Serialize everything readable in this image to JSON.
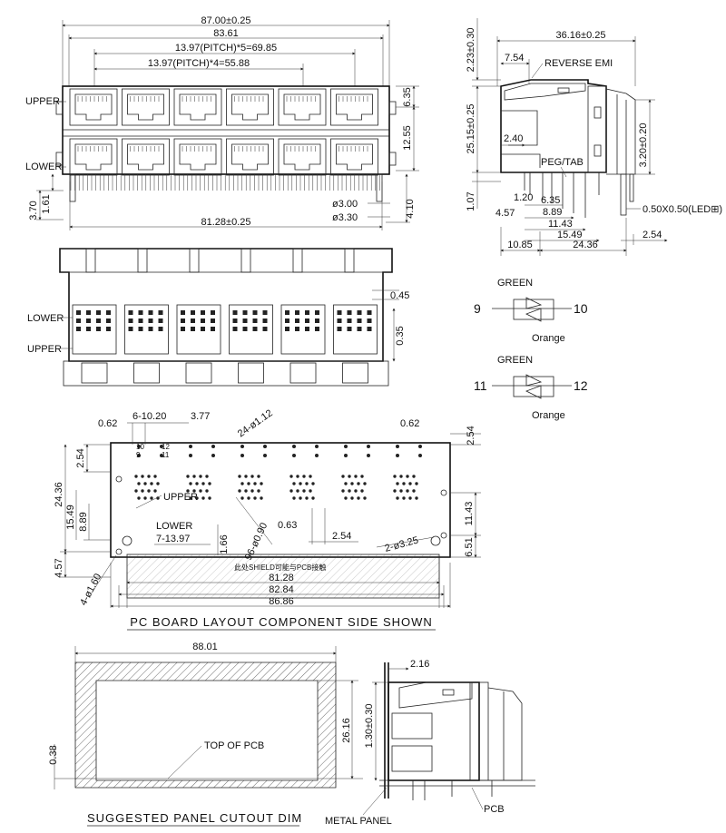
{
  "front_view": {
    "dims_top": [
      "87.00±0.25",
      "83.61",
      "13.97(PITCH)*5=69.85",
      "13.97(PITCH)*4=55.88"
    ],
    "label_upper": "UPPER",
    "label_lower": "LOWER",
    "dims_right": [
      "6.35",
      "12.55",
      "ø3.00",
      "ø3.30",
      "4.10"
    ],
    "dims_left": [
      "3.70",
      "1.61"
    ],
    "dim_bottom": "81.28±0.25"
  },
  "side_view": {
    "dims_top": [
      "36.16±0.25",
      "7.54"
    ],
    "reverse_emi": "REVERSE EMI",
    "peg_tab": "PEG/TAB",
    "dims_left": [
      "2.23±0.30",
      "25.15±0.25",
      "1.07"
    ],
    "dims_inner": [
      "2.40",
      "1.20",
      "6.35",
      "4.57",
      "8.89",
      "11.43",
      "15.49"
    ],
    "dims_bottom": [
      "10.85",
      "24.36"
    ],
    "dims_right": [
      "3.20±0.20",
      "0.50X0.50(LED⊞)",
      "2.54"
    ]
  },
  "bottom_view": {
    "label_lower": "LOWER",
    "label_upper": "UPPER",
    "dims": [
      "0.45",
      "0.35"
    ]
  },
  "led_schematic": [
    {
      "color_top": "GREEN",
      "pin_left": "9",
      "pin_right": "10",
      "color_bottom": "Orange"
    },
    {
      "color_top": "GREEN",
      "pin_left": "11",
      "pin_right": "12",
      "color_bottom": "Orange"
    }
  ],
  "pcb_layout": {
    "dims_top": [
      "0.62",
      "6-10.20",
      "3.77",
      "24-ø1.12",
      "0.62",
      "2.54"
    ],
    "pin_nums": [
      "10",
      "9",
      "12",
      "11"
    ],
    "dims_left": [
      "2.54",
      "24.36",
      "15.49",
      "8.89",
      "4.57",
      "4-ø1.60"
    ],
    "label_upper": "UPPER",
    "label_lower": "LOWER",
    "pitch": "7-13.97",
    "dims_inner": [
      "96-ø0.90",
      "1.66",
      "0.63",
      "2.54",
      "2-ø3.25",
      "11.43",
      "6.51"
    ],
    "shield_note": "此处SHIELD可能与PCB接触",
    "dims_bottom": [
      "81.28",
      "82.84",
      "86.86"
    ],
    "title": "PC BOARD LAYOUT COMPONENT SIDE SHOWN"
  },
  "panel_cutout": {
    "dim_width": "88.01",
    "dim_height": "26.16",
    "dim_left": "0.38",
    "top_of_pcb": "TOP OF PCB",
    "title": "SUGGESTED PANEL CUTOUT DIM",
    "dim_side": "1.30±0.30",
    "dim_top": "2.16",
    "metal_panel": "METAL PANEL",
    "pcb": "PCB"
  },
  "colors": {
    "line": "#222222",
    "background": "#ffffff"
  }
}
